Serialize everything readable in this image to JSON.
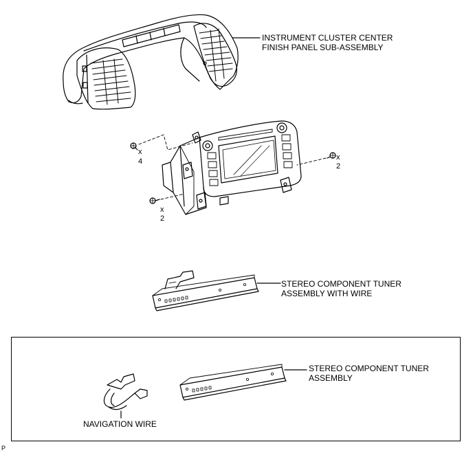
{
  "labels": {
    "panel_line1": "INSTRUMENT CLUSTER CENTER",
    "panel_line2": "FINISH PANEL SUB-ASSEMBLY",
    "tuner_wire_line1": "STEREO COMPONENT TUNER",
    "tuner_wire_line2": "ASSEMBLY WITH WIRE",
    "tuner_line1": "STEREO COMPONENT TUNER",
    "tuner_line2": "ASSEMBLY",
    "nav_wire": "NAVIGATION WIRE",
    "fig_code": "P"
  },
  "screw_counts": {
    "left_top_x": "x",
    "left_top_n": "4",
    "right_x": "x",
    "right_n": "2",
    "bottom_x": "x",
    "bottom_n": "2"
  }
}
